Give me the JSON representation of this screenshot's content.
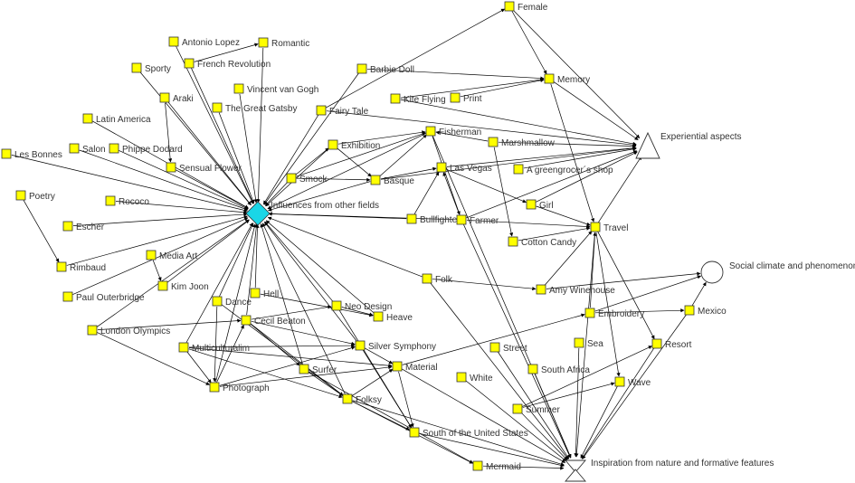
{
  "colors": {
    "node_fill": "#ffff00",
    "hub_fill": "#1ad6e6",
    "edge": "#000000",
    "label": "#333333",
    "background": "#ffffff"
  },
  "nodes": {
    "hub": {
      "label": "Influences from other fields",
      "shape": "diamond"
    },
    "exp": {
      "label": "Experiential aspects",
      "shape": "triangle-up"
    },
    "soc": {
      "label": "Social climate and phenomenon",
      "shape": "circle"
    },
    "nat": {
      "label": "Inspiration from nature and formative features",
      "shape": "triangle-pair"
    },
    "female": {
      "label": "Female"
    },
    "memory": {
      "label": "Memory"
    },
    "barbie": {
      "label": "Barbie Doll"
    },
    "kite": {
      "label": "Kite Flying"
    },
    "print": {
      "label": "Print"
    },
    "fairy": {
      "label": "Fairy Tale"
    },
    "antonio": {
      "label": "Antonio Lopez"
    },
    "romantic": {
      "label": "Romantic"
    },
    "frenchrev": {
      "label": "French Revolution"
    },
    "sporty": {
      "label": "Sporty"
    },
    "vangogh": {
      "label": "Vincent van Gogh"
    },
    "araki": {
      "label": "Araki"
    },
    "gatsby": {
      "label": "The Great Gatsby"
    },
    "latam": {
      "label": "Latin America"
    },
    "salon": {
      "label": "Salon"
    },
    "dodard": {
      "label": "Phippe Dodard"
    },
    "lesbonnes": {
      "label": "Les Bonnes"
    },
    "sensual": {
      "label": "Sensual Flower"
    },
    "exhibition": {
      "label": "Exhibition"
    },
    "fisherman": {
      "label": "Fisherman"
    },
    "marshmallow": {
      "label": "Marshmallow"
    },
    "smock": {
      "label": "Smock"
    },
    "basque": {
      "label": "Basque"
    },
    "lasvegas": {
      "label": "Las Vegas"
    },
    "greengrocer": {
      "label": "A greengrocer´s shop"
    },
    "poetry": {
      "label": "Poetry"
    },
    "rococo": {
      "label": "Rococo"
    },
    "girl": {
      "label": "Girl"
    },
    "bullfighter": {
      "label": "Bullfighter"
    },
    "farmer": {
      "label": "Farmer"
    },
    "travel": {
      "label": "Travel"
    },
    "escher": {
      "label": "Escher"
    },
    "cottoncandy": {
      "label": "Cotton Candy"
    },
    "rimbaud": {
      "label": "Rimbaud"
    },
    "mediaart": {
      "label": "Media Art"
    },
    "kimjoon": {
      "label": "Kim Joon"
    },
    "folk": {
      "label": "Folk"
    },
    "amy": {
      "label": "Amy Winehouse"
    },
    "outerbridge": {
      "label": "Paul Outerbridge"
    },
    "dance": {
      "label": "Dance"
    },
    "hell": {
      "label": "Hell"
    },
    "neodesign": {
      "label": "Neo Design"
    },
    "heave": {
      "label": "Heave"
    },
    "embroidery": {
      "label": "Embroidery"
    },
    "mexico": {
      "label": "Mexico"
    },
    "london": {
      "label": "London Olympics"
    },
    "beaton": {
      "label": "Cecil Beaton"
    },
    "multicult": {
      "label": "Multiculturalim"
    },
    "silver": {
      "label": "Silver Symphony"
    },
    "street": {
      "label": "Street"
    },
    "sea": {
      "label": "Sea"
    },
    "resort": {
      "label": "Resort"
    },
    "surfer": {
      "label": "Surfer"
    },
    "material": {
      "label": "Material"
    },
    "southafrica": {
      "label": "South Africa"
    },
    "white": {
      "label": "White"
    },
    "wave": {
      "label": "Wave"
    },
    "photograph": {
      "label": "Photograph"
    },
    "folksy": {
      "label": "Folksy"
    },
    "summer": {
      "label": "Summer"
    },
    "southus": {
      "label": "South of the United States"
    },
    "mermaid": {
      "label": "Mermaid"
    }
  },
  "edges": [
    [
      "antonio",
      "hub"
    ],
    [
      "romantic",
      "hub"
    ],
    [
      "frenchrev",
      "romantic"
    ],
    [
      "frenchrev",
      "hub"
    ],
    [
      "sporty",
      "hub"
    ],
    [
      "vangogh",
      "hub"
    ],
    [
      "araki",
      "hub"
    ],
    [
      "araki",
      "sensual"
    ],
    [
      "gatsby",
      "hub"
    ],
    [
      "latam",
      "hub"
    ],
    [
      "salon",
      "hub"
    ],
    [
      "dodard",
      "hub"
    ],
    [
      "lesbonnes",
      "hub"
    ],
    [
      "sensual",
      "hub"
    ],
    [
      "poetry",
      "rimbaud"
    ],
    [
      "rococo",
      "hub"
    ],
    [
      "escher",
      "hub"
    ],
    [
      "rimbaud",
      "hub"
    ],
    [
      "mediaart",
      "kimjoon"
    ],
    [
      "kimjoon",
      "hub"
    ],
    [
      "outerbridge",
      "hub"
    ],
    [
      "london",
      "hub"
    ],
    [
      "london",
      "photograph"
    ],
    [
      "london",
      "beaton"
    ],
    [
      "dance",
      "hub"
    ],
    [
      "hell",
      "hub"
    ],
    [
      "beaton",
      "hub"
    ],
    [
      "multicult",
      "hub"
    ],
    [
      "photograph",
      "hub"
    ],
    [
      "folksy",
      "hub"
    ],
    [
      "surfer",
      "hub"
    ],
    [
      "neodesign",
      "hub"
    ],
    [
      "folk",
      "hub"
    ],
    [
      "heave",
      "hub"
    ],
    [
      "silver",
      "hub"
    ],
    [
      "bullfighter",
      "hub"
    ],
    [
      "smock",
      "hub"
    ],
    [
      "exhibition",
      "hub"
    ],
    [
      "basque",
      "hub"
    ],
    [
      "fisherman",
      "hub"
    ],
    [
      "fairy",
      "hub"
    ],
    [
      "barbie",
      "hub"
    ],
    [
      "farmer",
      "hub"
    ],
    [
      "smock",
      "exhibition"
    ],
    [
      "smock",
      "fisherman"
    ],
    [
      "smock",
      "basque"
    ],
    [
      "basque",
      "fisherman"
    ],
    [
      "exhibition",
      "basque"
    ],
    [
      "exhibition",
      "fisherman"
    ],
    [
      "basque",
      "lasvegas"
    ],
    [
      "bullfighter",
      "lasvegas"
    ],
    [
      "fisherman",
      "farmer"
    ],
    [
      "farmer",
      "travel"
    ],
    [
      "farmer",
      "lasvegas"
    ],
    [
      "lasvegas",
      "girl"
    ],
    [
      "marshmallow",
      "fisherman"
    ],
    [
      "marshmallow",
      "cottoncandy"
    ],
    [
      "cottoncandy",
      "travel"
    ],
    [
      "female",
      "memory"
    ],
    [
      "female",
      "exp"
    ],
    [
      "barbie",
      "memory"
    ],
    [
      "kite",
      "memory"
    ],
    [
      "print",
      "memory"
    ],
    [
      "memory",
      "exp"
    ],
    [
      "memory",
      "travel"
    ],
    [
      "fairy",
      "female"
    ],
    [
      "fairy",
      "exp"
    ],
    [
      "kite",
      "exp"
    ],
    [
      "marshmallow",
      "exp"
    ],
    [
      "greengrocer",
      "exp"
    ],
    [
      "girl",
      "exp"
    ],
    [
      "farmer",
      "exp"
    ],
    [
      "travel",
      "exp"
    ],
    [
      "basque",
      "exp"
    ],
    [
      "folk",
      "amy"
    ],
    [
      "amy",
      "soc"
    ],
    [
      "amy",
      "travel"
    ],
    [
      "embroidery",
      "soc"
    ],
    [
      "embroidery",
      "mexico"
    ],
    [
      "mexico",
      "soc"
    ],
    [
      "embroidery",
      "travel"
    ],
    [
      "mexico",
      "nat"
    ],
    [
      "resort",
      "nat"
    ],
    [
      "wave",
      "nat"
    ],
    [
      "travel",
      "nat"
    ],
    [
      "travel",
      "wave"
    ],
    [
      "travel",
      "resort"
    ],
    [
      "folk",
      "nat"
    ],
    [
      "summer",
      "resort"
    ],
    [
      "summer",
      "wave"
    ],
    [
      "summer",
      "nat"
    ],
    [
      "street",
      "nat"
    ],
    [
      "sea",
      "nat"
    ],
    [
      "southafrica",
      "nat"
    ],
    [
      "white",
      "nat"
    ],
    [
      "material",
      "nat"
    ],
    [
      "folksy",
      "nat"
    ],
    [
      "southus",
      "nat"
    ],
    [
      "mermaid",
      "nat"
    ],
    [
      "neodesign",
      "heave"
    ],
    [
      "neodesign",
      "southus"
    ],
    [
      "beaton",
      "neodesign"
    ],
    [
      "beaton",
      "silver"
    ],
    [
      "beaton",
      "folksy"
    ],
    [
      "beaton",
      "surfer"
    ],
    [
      "multicult",
      "silver"
    ],
    [
      "multicult",
      "material"
    ],
    [
      "multicult",
      "photograph"
    ],
    [
      "multicult",
      "folksy"
    ],
    [
      "photograph",
      "silver"
    ],
    [
      "photograph",
      "material"
    ],
    [
      "photograph",
      "beaton"
    ],
    [
      "dance",
      "photograph"
    ],
    [
      "dance",
      "folksy"
    ],
    [
      "hell",
      "heave"
    ],
    [
      "folksy",
      "mermaid"
    ],
    [
      "folksy",
      "southus"
    ],
    [
      "surfer",
      "folksy"
    ],
    [
      "surfer",
      "mermaid"
    ],
    [
      "material",
      "southus"
    ],
    [
      "material",
      "embroidery"
    ],
    [
      "folksy",
      "material"
    ],
    [
      "silver",
      "material"
    ],
    [
      "silver",
      "southus"
    ],
    [
      "farmer",
      "nat"
    ],
    [
      "fisherman",
      "nat"
    ],
    [
      "girl",
      "travel"
    ],
    [
      "lasvegas",
      "exp"
    ]
  ]
}
